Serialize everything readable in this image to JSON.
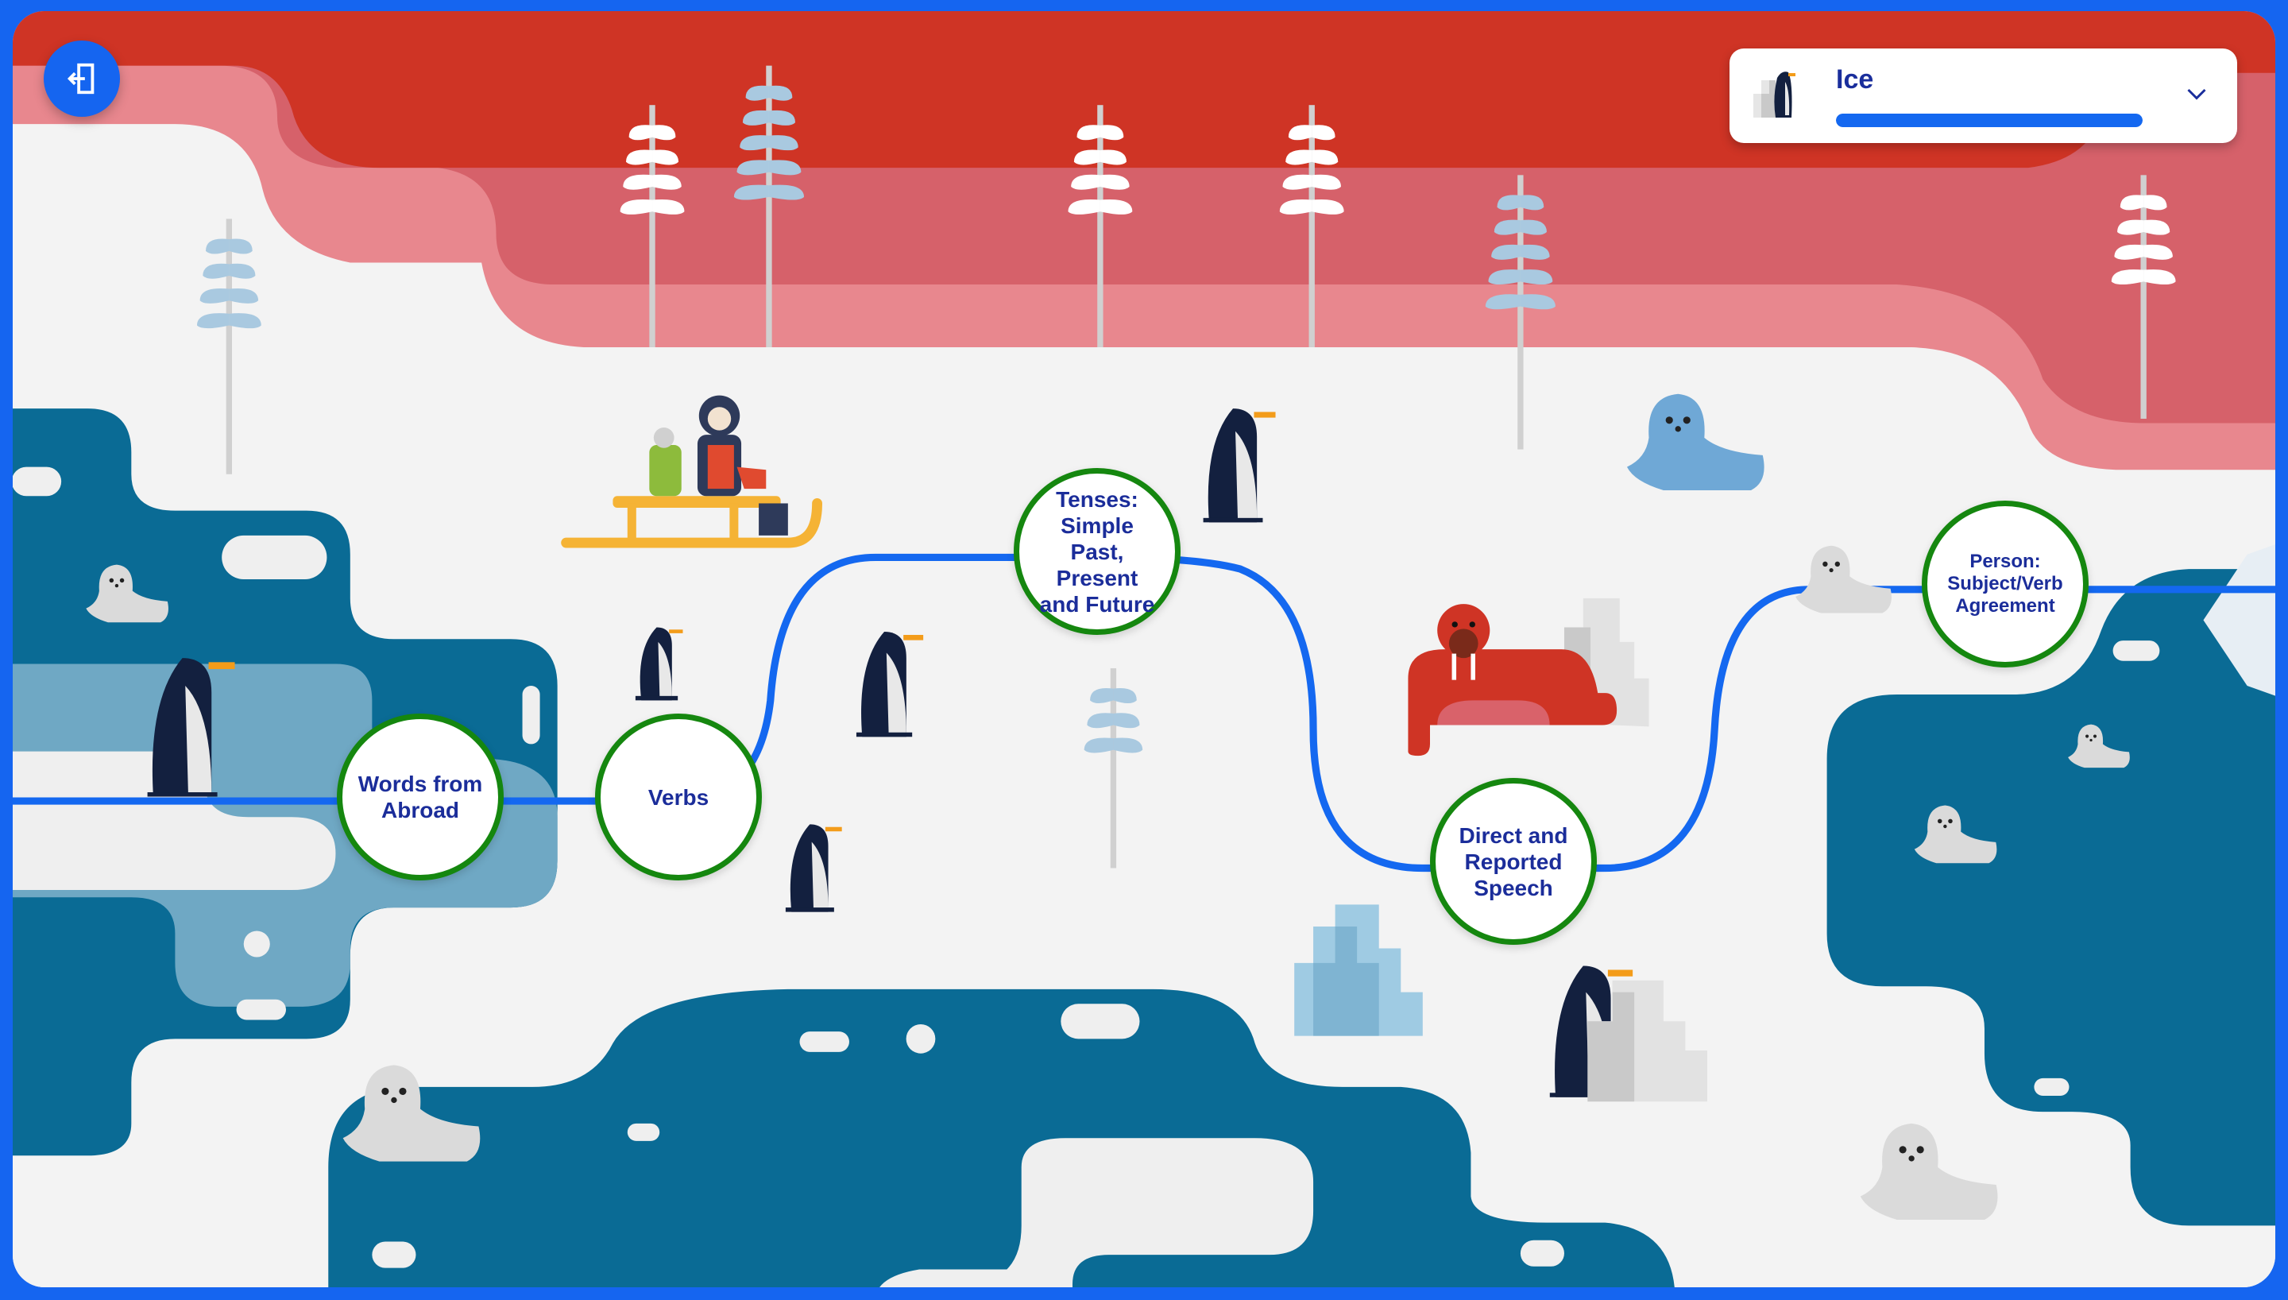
{
  "exit_button": {
    "icon": "exit-door-icon"
  },
  "level_picker": {
    "title": "Ice",
    "icon": "penguin-on-ice-icon",
    "progress_percent": 100,
    "chevron": "chevron-down-icon"
  },
  "colors": {
    "frame": "#1565F0",
    "path": "#1468F0",
    "node_border": "#15870F",
    "node_text": "#1B2D9A",
    "water": "#0A6B95",
    "sky_red": "#CF3425"
  },
  "lessons": [
    {
      "label": "Words from Abroad"
    },
    {
      "label": "Verbs"
    },
    {
      "label": "Tenses: Simple Past, Present and Future"
    },
    {
      "label": "Direct and Reported Speech"
    },
    {
      "label": "Person: Subject/Verb Agreement"
    }
  ]
}
